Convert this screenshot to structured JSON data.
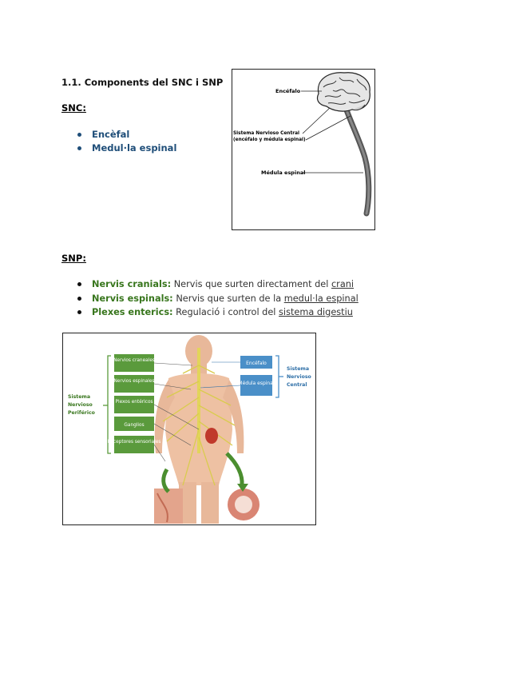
{
  "section_title": "1.1. Components del SNC i SNP",
  "snc": {
    "label": "SNC:",
    "items": [
      "Encèfal",
      "Medul·la espinal"
    ]
  },
  "snp": {
    "label": "SNP:",
    "items": [
      {
        "term": "Nervis cranials:",
        "text": "Nervis que surten directament del ",
        "link": "crani"
      },
      {
        "term": "Nervis espinals:",
        "text": "Nervis que surten de la ",
        "link": "medul·la espinal"
      },
      {
        "term": "Plexes enterics:",
        "text": "Regulació i control del ",
        "link": "sistema digestiu"
      }
    ]
  },
  "figure1": {
    "labels": {
      "encefalo": "Encéfalo",
      "snc_line1": "Sistema Nervioso Central",
      "snc_line2": "(encéfalo y médula espinal)",
      "medula": "Médula espinal"
    }
  },
  "figure2": {
    "left_boxes": [
      "Nervios craneales",
      "Nervios espinales",
      "Plexos entéricos",
      "Ganglios",
      "Receptores sensoriales"
    ],
    "right_boxes": [
      "Encéfalo",
      "Médula espinal"
    ],
    "left_group": [
      "Sistema",
      "Nervioso",
      "Periférico"
    ],
    "right_group": [
      "Sistema",
      "Nervioso",
      "Central"
    ],
    "colors": {
      "green_box": "#5a9a3c",
      "blue_box": "#4a8fc8",
      "green_text": "#38761d",
      "blue_text": "#2e6fa7"
    }
  }
}
